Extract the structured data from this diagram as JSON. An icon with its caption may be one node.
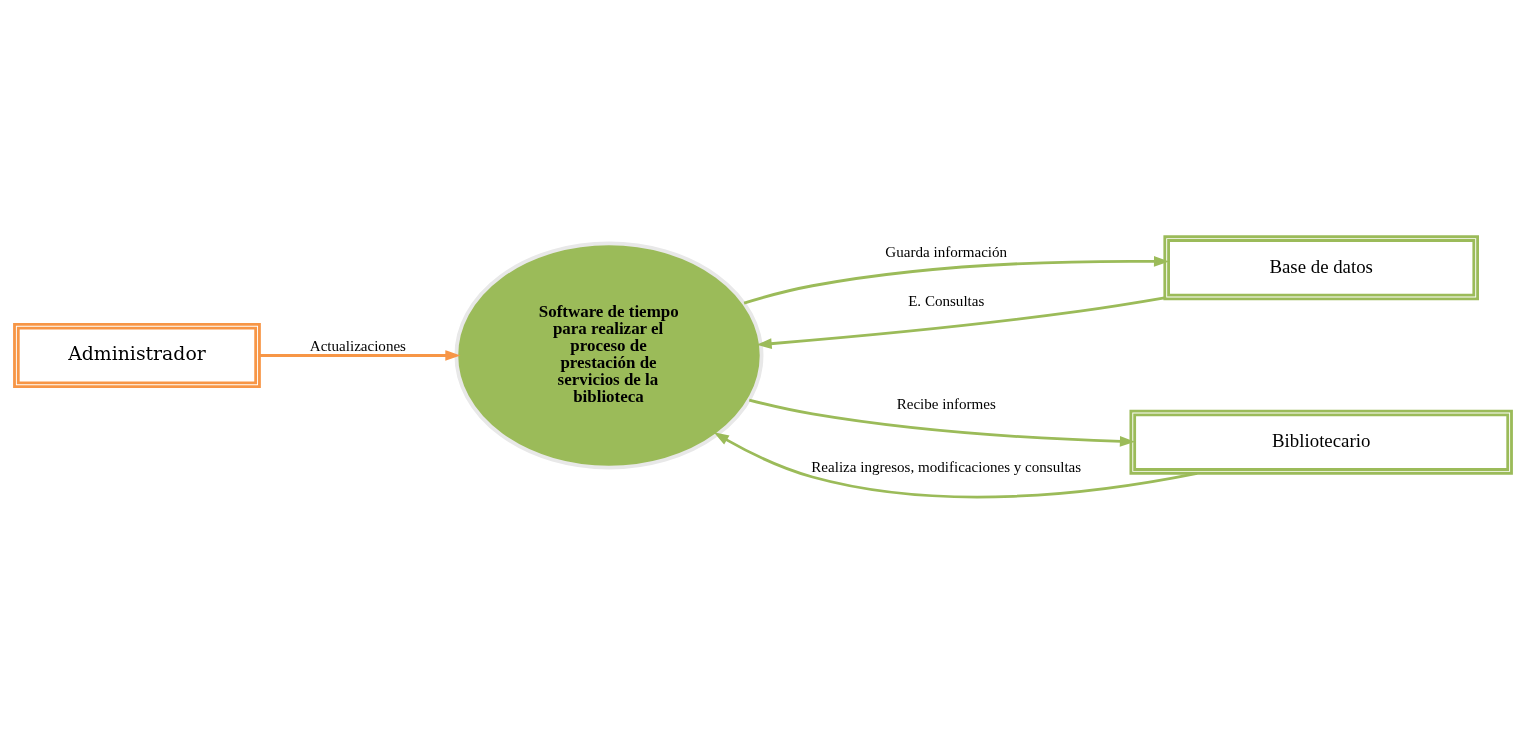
{
  "diagram": {
    "nodes": [
      {
        "text": [
          "Administrador"
        ]
      },
      {
        "text": [
          "Software de tiempo para realizar el proceso de prestación de servicios de la biblioteca"
        ]
      },
      {
        "text": [
          "Base de datos"
        ]
      },
      {
        "text": [
          "Bibliotecario"
        ]
      }
    ],
    "edges": [
      {
        "from": 0,
        "to": 1,
        "arrow": "to",
        "label": "Actualizaciones",
        "color": "#f79646"
      },
      {
        "from": 2,
        "to": 1,
        "arrow": "to",
        "label": "E. Consultas"
      },
      {
        "from": 1,
        "to": 2,
        "arrow": "to",
        "label": "Guarda información"
      },
      {
        "from": 1,
        "to": 3,
        "arrow": "to",
        "label": "Recibe informes"
      },
      {
        "from": 3,
        "to": 1,
        "arrow": "to",
        "label": "Realiza ingresos, modificaciones y consultas"
      }
    ]
  }
}
